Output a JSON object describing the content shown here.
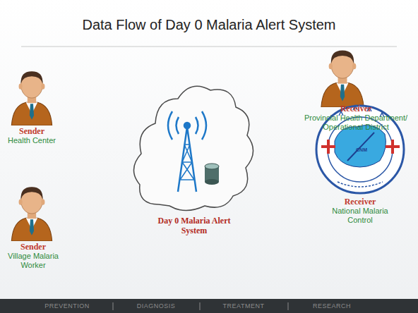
{
  "diagram": {
    "title": "Data Flow of Day 0 Malaria Alert System",
    "nodes": [
      {
        "text": [
          "Sender",
          "Health Center"
        ]
      },
      {
        "text": [
          "Sender",
          "Village Malaria Worker"
        ]
      },
      {
        "text": [
          "Day 0 Malaria Alert System"
        ]
      },
      {
        "text": [
          "Receiver",
          "Provincial Health Department/ Operational District"
        ]
      },
      {
        "text": [
          "Receiver",
          "National Malaria Control"
        ]
      }
    ],
    "labels": [
      "CNM",
      "PREVENTION",
      "DIAGNOSIS",
      "TREATMENT",
      "RESEARCH"
    ]
  }
}
